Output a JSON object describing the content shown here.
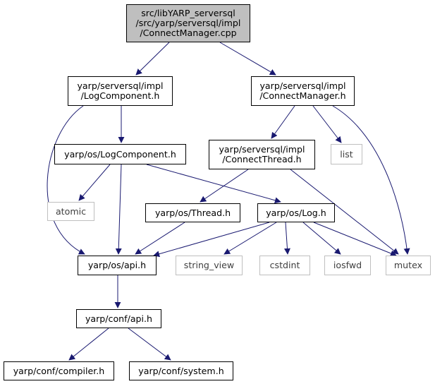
{
  "graph": {
    "edge_color": "#191970",
    "root_fill": "#bfbfbf",
    "external_border": "#bfbfbf",
    "nodes": {
      "root": "src/libYARP_serversql\n/src/yarp/serversql/impl\n/ConnectManager.cpp",
      "logcomponent_impl": "yarp/serversql/impl\n/LogComponent.h",
      "connectmanager_impl": "yarp/serversql/impl\n/ConnectManager.h",
      "os_logcomponent": "yarp/os/LogComponent.h",
      "connectthread_impl": "yarp/serversql/impl\n/ConnectThread.h",
      "list": "list",
      "atomic": "atomic",
      "os_thread": "yarp/os/Thread.h",
      "os_log": "yarp/os/Log.h",
      "os_api": "yarp/os/api.h",
      "string_view": "string_view",
      "cstdint": "cstdint",
      "iosfwd": "iosfwd",
      "mutex": "mutex",
      "conf_api": "yarp/conf/api.h",
      "conf_compiler": "yarp/conf/compiler.h",
      "conf_system": "yarp/conf/system.h"
    }
  }
}
